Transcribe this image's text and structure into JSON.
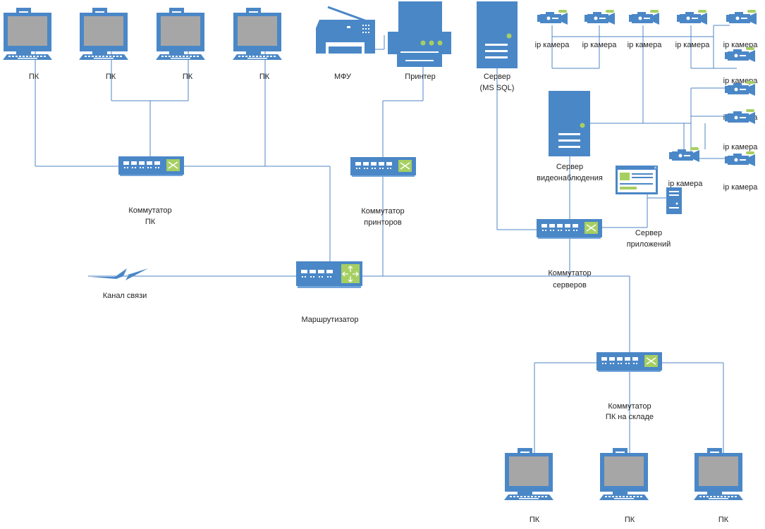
{
  "labels": {
    "pc": "ПК",
    "mfu": "МФУ",
    "printer": "Принтер",
    "server_sql_line1": "Сервер",
    "server_sql_line2": "(MS SQL)",
    "ip_camera": "ip камера",
    "video_server_line1": "Сервер",
    "video_server_line2": "видеонаблюдения",
    "app_server_line1": "Сервер",
    "app_server_line2": "приложений",
    "switch_pc_line1": "Коммутатор",
    "switch_pc_line2": "ПК",
    "switch_printers_line1": "Коммутатор",
    "switch_printers_line2": "принторов",
    "switch_servers_line1": "Коммутатор",
    "switch_servers_line2": "серверов",
    "router": "Маршрутизатор",
    "link": "Канал связи",
    "switch_warehouse_line1": "Коммутатор",
    "switch_warehouse_line2": "ПК на складе"
  },
  "colors": {
    "device": "#4a87c7",
    "wire": "#4f86c4",
    "screen": "#a6a6a6",
    "indicator": "#a6cf62",
    "text": "#1f1f1f"
  },
  "icons": [
    "pc-icon",
    "mfu-icon",
    "printer-icon",
    "server-icon",
    "switch-icon",
    "router-icon",
    "ip-camera-icon",
    "app-window-icon",
    "lightning-icon"
  ]
}
